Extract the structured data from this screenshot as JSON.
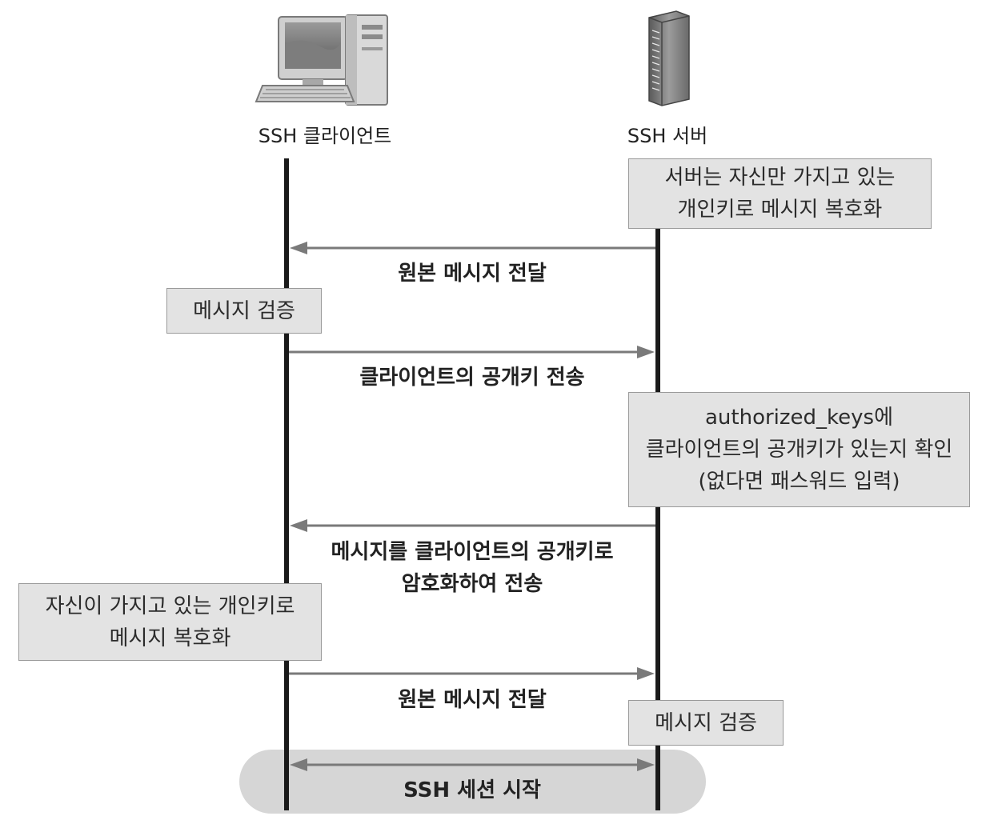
{
  "actors": {
    "client": {
      "label": "SSH 클라이언트",
      "icon": "desktop-computer-icon"
    },
    "server": {
      "label": "SSH 서버",
      "icon": "server-tower-icon"
    }
  },
  "notes": {
    "server_decrypt": [
      "서버는 자신만 가지고 있는",
      "개인키로 메시지 복호화"
    ],
    "client_verify": "메시지 검증",
    "server_check": [
      "authorized_keys에",
      "클라이언트의 공개키가 있는지 확인",
      "(없다면 패스워드 입력)"
    ],
    "client_decrypt": [
      "자신이 가지고 있는 개인키로",
      "메시지 복호화"
    ],
    "server_verify": "메시지 검증"
  },
  "messages": {
    "m1": "원본 메시지 전달",
    "m2": "클라이언트의 공개키 전송",
    "m3": [
      "메시지를 클라이언트의 공개키로",
      "암호화하여 전송"
    ],
    "m4": "원본 메시지 전달",
    "m5": "SSH 세션 시작"
  }
}
